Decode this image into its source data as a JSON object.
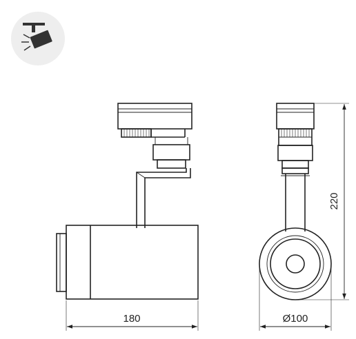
{
  "dimensions": {
    "length": "180",
    "diameter": "Ø100",
    "height": "220"
  },
  "icon": {
    "name": "track-spotlight-icon",
    "accent_color": "#333333",
    "background_color": "#eeeeee"
  }
}
